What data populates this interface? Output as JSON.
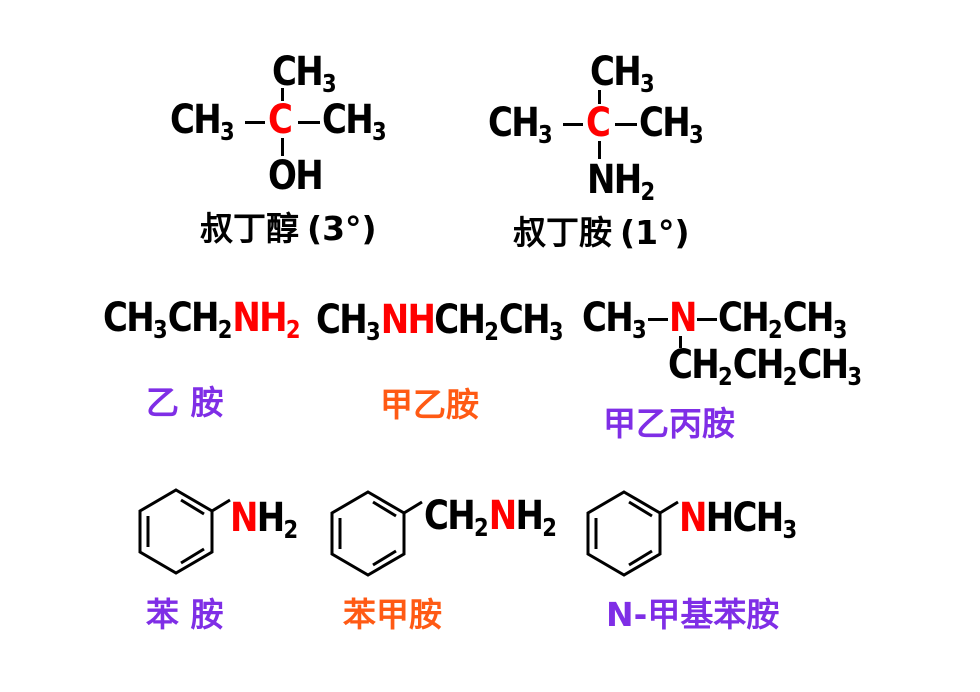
{
  "tertiary_alcohol": {
    "top": "CH3",
    "left": "CH3",
    "center": "C",
    "right": "CH3",
    "bottom": "OH",
    "name": "叔丁醇",
    "degree": "(3°)"
  },
  "tertiary_butylamine": {
    "top": "CH3",
    "left": "CH3",
    "center": "C",
    "right": "CH3",
    "bottom": "NH2",
    "name": "叔丁胺",
    "degree": "(1°)"
  },
  "ethylamine": {
    "prefix": "CH3CH2",
    "amine": "NH2",
    "name": "乙 胺"
  },
  "methylethylamine": {
    "pre": "CH3",
    "amine": "NH",
    "post": "CH2CH3",
    "name": "甲乙胺"
  },
  "methylethylpropylamine": {
    "left": "CH3",
    "n": "N",
    "right": "CH2CH3",
    "bottom": "CH2CH2CH3",
    "name": "甲乙丙胺"
  },
  "aniline": {
    "n": "N",
    "rest": "H2",
    "name": "苯 胺"
  },
  "benzylamine": {
    "pre": "CH2",
    "n": "N",
    "rest": "H2",
    "name": "苯甲胺"
  },
  "n_methylaniline": {
    "n": "N",
    "rest": "HCH3",
    "name": "N-甲基苯胺"
  },
  "colors": {
    "red": "#ff0000",
    "purple": "#7f2ee6",
    "orange": "#ff5a14"
  }
}
